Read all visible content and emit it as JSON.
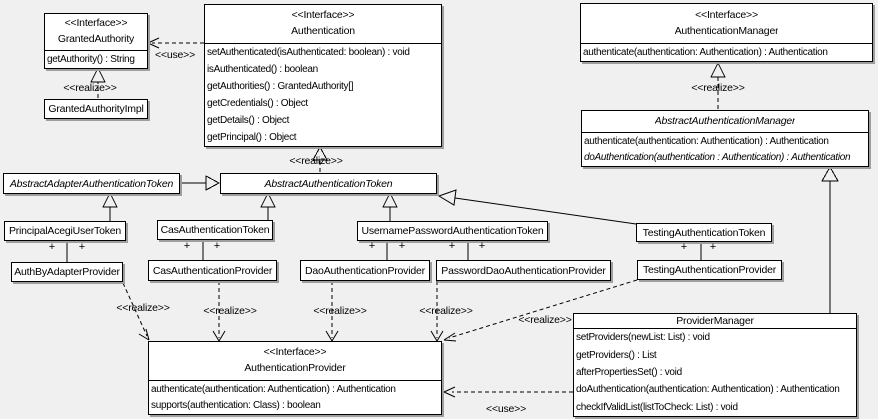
{
  "diagram": {
    "classes": {
      "granted_authority": {
        "stereotype": "<<Interface>>",
        "name": "GrantedAuthority",
        "methods": [
          "getAuthority() : String"
        ]
      },
      "granted_authority_impl": {
        "name": "GrantedAuthorityImpl"
      },
      "authentication": {
        "stereotype": "<<Interface>>",
        "name": "Authentication",
        "methods": [
          "setAuthenticated(isAuthenticated: boolean) : void",
          "isAuthenticated() : boolean",
          "getAuthorities() : GrantedAuthority[]",
          "getCredentials() : Object",
          "getDetails() : Object",
          "getPrincipal() : Object"
        ]
      },
      "authentication_manager": {
        "stereotype": "<<Interface>>",
        "name": "AuthenticationManager",
        "methods": [
          "authenticate(authentication: Authentication) : Authentication"
        ]
      },
      "abstract_authentication_manager": {
        "name": "AbstractAuthenticationManager",
        "methods": [
          "authenticate(authentication: Authentication) : Authentication",
          "doAuthentication(authentication : Authentication) : Authentication"
        ]
      },
      "abstract_adapter_authentication_token": {
        "name": "AbstractAdapterAuthenticationToken"
      },
      "abstract_authentication_token": {
        "name": "AbstractAuthenticationToken"
      },
      "principal_acegi_user_token": {
        "name": "PrincipalAcegiUserToken"
      },
      "cas_authentication_token": {
        "name": "CasAuthenticationToken"
      },
      "username_password_authentication_token": {
        "name": "UsernamePasswordAuthenticationToken"
      },
      "testing_authentication_token": {
        "name": "TestingAuthenticationToken"
      },
      "auth_by_adapter_provider": {
        "name": "AuthByAdapterProvider"
      },
      "cas_authentication_provider": {
        "name": "CasAuthenticationProvider"
      },
      "dao_authentication_provider": {
        "name": "DaoAuthenticationProvider"
      },
      "password_dao_authentication_provider": {
        "name": "PasswordDaoAuthenticationProvider"
      },
      "testing_authentication_provider": {
        "name": "TestingAuthenticationProvider"
      },
      "authentication_provider": {
        "stereotype": "<<Interface>>",
        "name": "AuthenticationProvider",
        "methods": [
          "authenticate(authentication: Authentication) : Authentication",
          "supports(authentication: Class) : boolean"
        ]
      },
      "provider_manager": {
        "name": "ProviderManager",
        "methods": [
          "setProviders(newList: List) : void",
          "getProviders() : List",
          "afterPropertiesSet() : void",
          "doAuthentication(authentication: Authentication) : Authentication",
          "checkIfValidList(listToCheck: List) : void"
        ]
      }
    },
    "labels": {
      "use": "<<use>>",
      "realize": "<<realize>>",
      "plus": "+"
    }
  }
}
